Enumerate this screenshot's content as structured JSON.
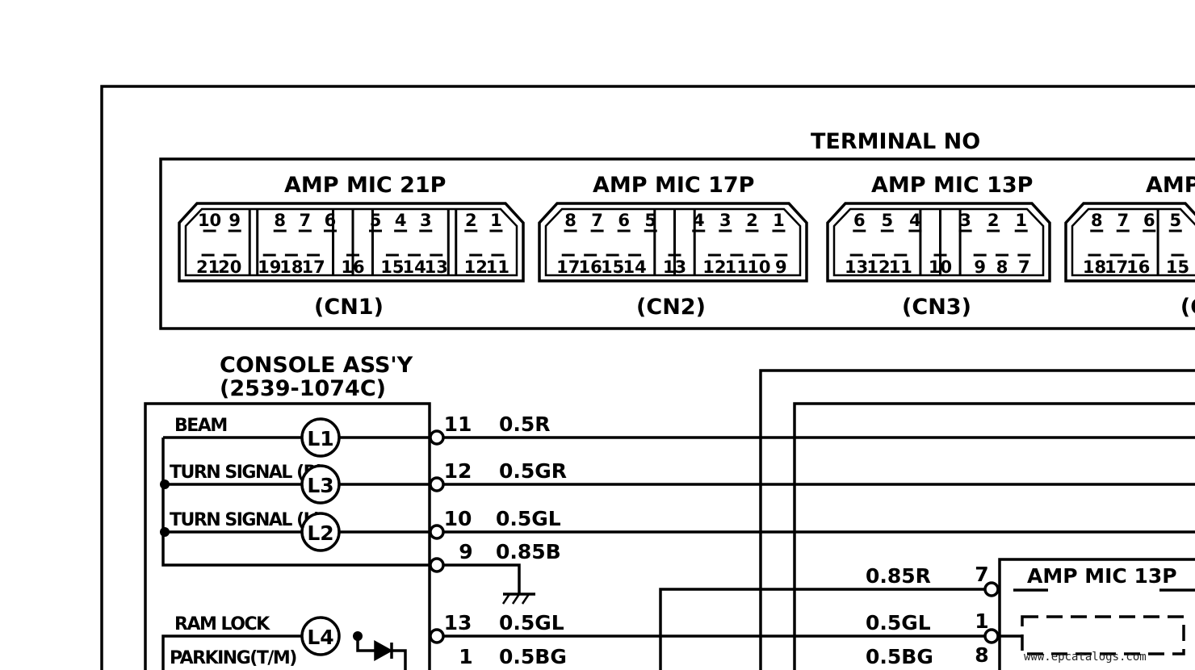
{
  "terminal_header": "TERMINAL NO",
  "connectors": [
    {
      "title": "AMP MIC 21P",
      "caption": "(CN1)",
      "top_groups": [
        [
          "10",
          "9"
        ],
        [
          "8",
          "7",
          "6"
        ],
        [
          "5",
          "4",
          "3"
        ],
        [
          "2",
          "1"
        ]
      ],
      "bottom_groups": [
        [
          "21",
          "20"
        ],
        [
          "19",
          "18",
          "17"
        ],
        [
          "16"
        ],
        [
          "15",
          "14",
          "13"
        ],
        [
          "12",
          "11"
        ]
      ]
    },
    {
      "title": "AMP MIC 17P",
      "caption": "(CN2)",
      "top_groups": [
        [
          "8",
          "7",
          "6",
          "5"
        ],
        [
          "4",
          "3",
          "2",
          "1"
        ]
      ],
      "bottom_groups": [
        [
          "17",
          "16",
          "15",
          "14"
        ],
        [
          "13"
        ],
        [
          "12",
          "11",
          "10",
          "9"
        ]
      ]
    },
    {
      "title": "AMP MIC 13P",
      "caption": "(CN3)",
      "top_groups": [
        [
          "6",
          "5",
          "4"
        ],
        [
          "3",
          "2",
          "1"
        ]
      ],
      "bottom_groups": [
        [
          "13",
          "12",
          "11"
        ],
        [
          "10"
        ],
        [
          "9",
          "8",
          "7"
        ]
      ]
    },
    {
      "title": "AMP",
      "caption": "(C",
      "top_groups": [
        [
          "8",
          "7",
          "6",
          "5"
        ]
      ],
      "bottom_groups": [
        [
          "18",
          "17",
          "16"
        ],
        [
          "15"
        ]
      ]
    }
  ],
  "console": {
    "title": "CONSOLE ASS'Y",
    "part_no": "(2539-1074C)"
  },
  "signals": [
    {
      "label": "BEAM",
      "lamp": "L1",
      "pin": "11",
      "wire": "0.5R"
    },
    {
      "label": "TURN SIGNAL (R)",
      "lamp": "L3",
      "pin": "12",
      "wire": "0.5GR"
    },
    {
      "label": "TURN SIGNAL (L)",
      "lamp": "L2",
      "pin": "10",
      "wire": "0.5GL"
    },
    {
      "label": "",
      "lamp": "",
      "pin": "9",
      "wire": "0.85B"
    },
    {
      "label": "RAM LOCK",
      "lamp": "L4",
      "pin": "13",
      "wire": "0.5GL"
    },
    {
      "label": "PARKING(T/M)",
      "lamp": "",
      "pin": "1",
      "wire": "0.5BG"
    }
  ],
  "right_connector": {
    "title": "AMP MIC 13P",
    "wires": [
      {
        "wire": "0.85R",
        "pin": "7"
      },
      {
        "wire": "0.5GL",
        "pin": "1"
      },
      {
        "wire": "0.5BG",
        "pin": "8"
      }
    ]
  },
  "watermark": "www.epcatalogs.com"
}
